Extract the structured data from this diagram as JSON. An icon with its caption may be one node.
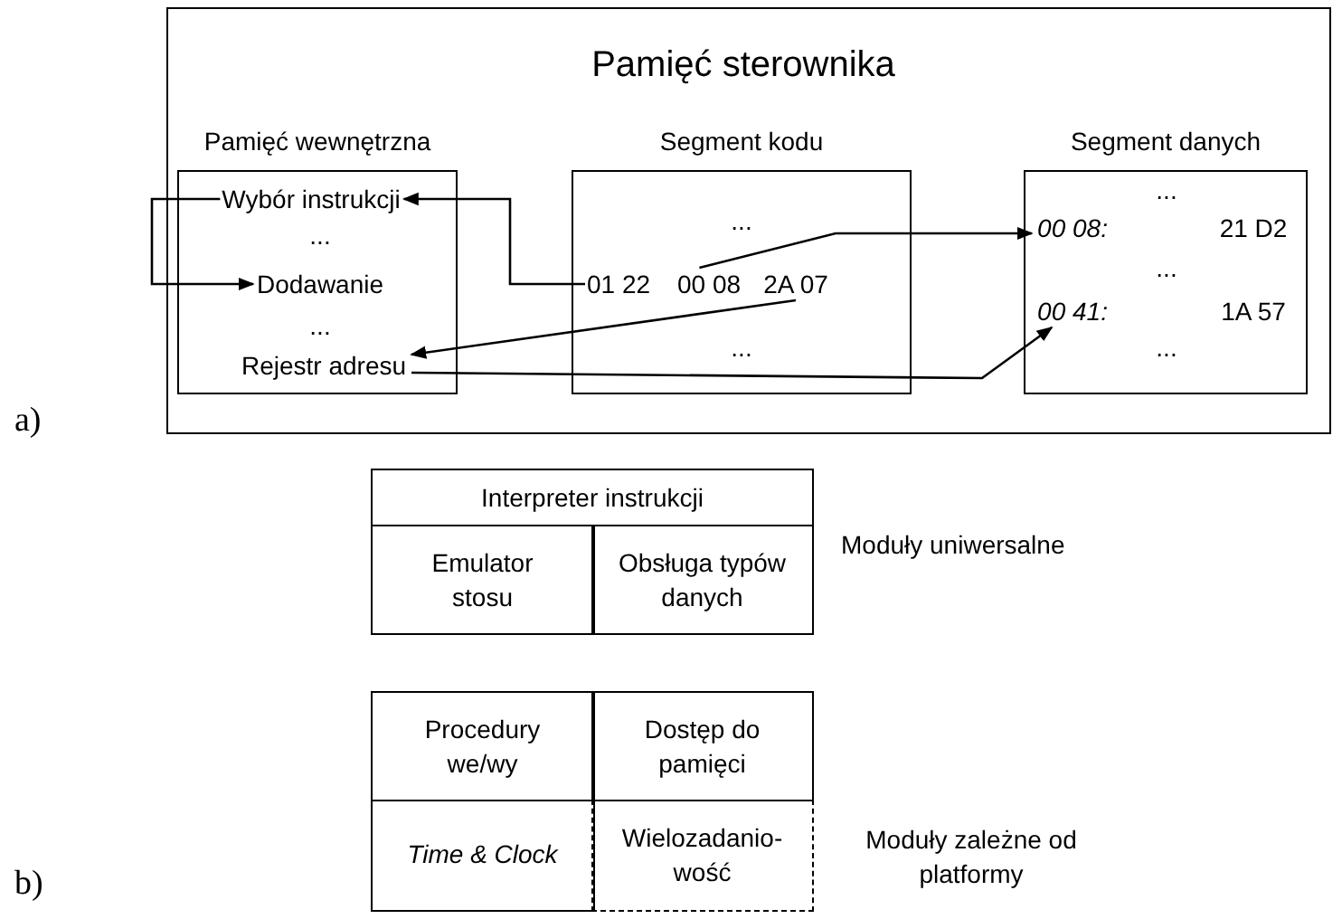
{
  "diagram": {
    "nodes": [
      {
        "text": [
          "Pamięć sterownika"
        ]
      },
      {
        "text": [
          "Pamięć wewnętrzna",
          "...",
          "..."
        ],
        "in": 0
      },
      {
        "text": [
          "Wybór instrukcji"
        ],
        "in": 1
      },
      {
        "text": [
          "Dodawanie"
        ],
        "in": 1
      },
      {
        "text": [
          "Rejestr adresu"
        ],
        "in": 1
      },
      {
        "text": [
          "Segment kodu",
          "...",
          "..."
        ],
        "in": 0
      },
      {
        "text": [
          "01 22"
        ],
        "in": 5
      },
      {
        "text": [
          "00 08"
        ],
        "in": 5
      },
      {
        "text": [
          "2A 07"
        ],
        "in": 5
      },
      {
        "text": [
          "Segment danych",
          "...",
          "21 D2",
          "...",
          "1A 57",
          "..."
        ],
        "in": 0
      },
      {
        "text": [
          "00 08:"
        ],
        "in": 9
      },
      {
        "text": [
          "00 41:"
        ],
        "in": 9
      },
      {
        "text": [
          "Interpreter instrukcji"
        ]
      },
      {
        "text": [
          "Emulator stosu"
        ]
      },
      {
        "text": [
          "Obsługa typów danych"
        ]
      },
      {
        "text": [
          "Procedury we/wy"
        ]
      },
      {
        "text": [
          "Dostęp do pamięci"
        ]
      },
      {
        "text": [
          "Time & Clock"
        ]
      },
      {
        "text": [
          "Wielozadanio- wość"
        ]
      }
    ],
    "edges": [
      {
        "from": 2,
        "to": 3,
        "arrow": "to"
      },
      {
        "from": 6,
        "to": 2,
        "arrow": "to"
      },
      {
        "from": 7,
        "to": 10,
        "arrow": "to"
      },
      {
        "from": 8,
        "to": 4,
        "arrow": "to"
      },
      {
        "from": 4,
        "to": 11,
        "arrow": "to"
      }
    ],
    "labels": [
      "a)",
      "Moduły uniwersalne",
      "Moduły zależne od platformy",
      "b)"
    ]
  }
}
